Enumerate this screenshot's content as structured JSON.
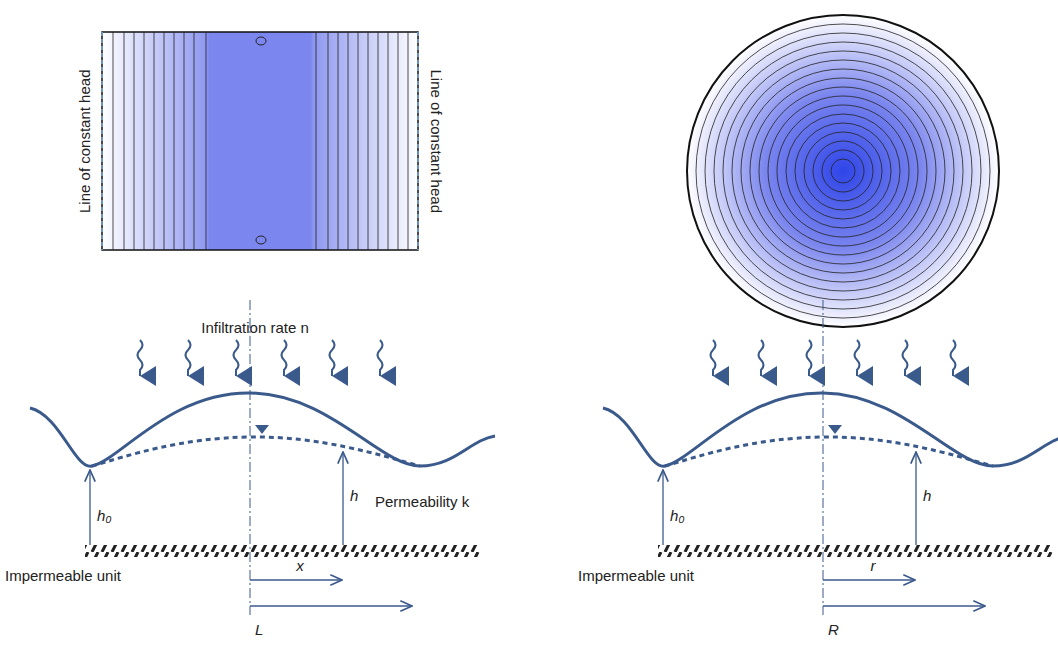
{
  "diagram": {
    "labels": [
      "Line of constant head",
      "Line of constant head",
      "Infiltration rate n",
      "h₀",
      "h",
      "Permeability k",
      "Impermeable unit",
      "x",
      "L",
      "h₀",
      "h",
      "Impermeable unit",
      "r",
      "R"
    ]
  }
}
